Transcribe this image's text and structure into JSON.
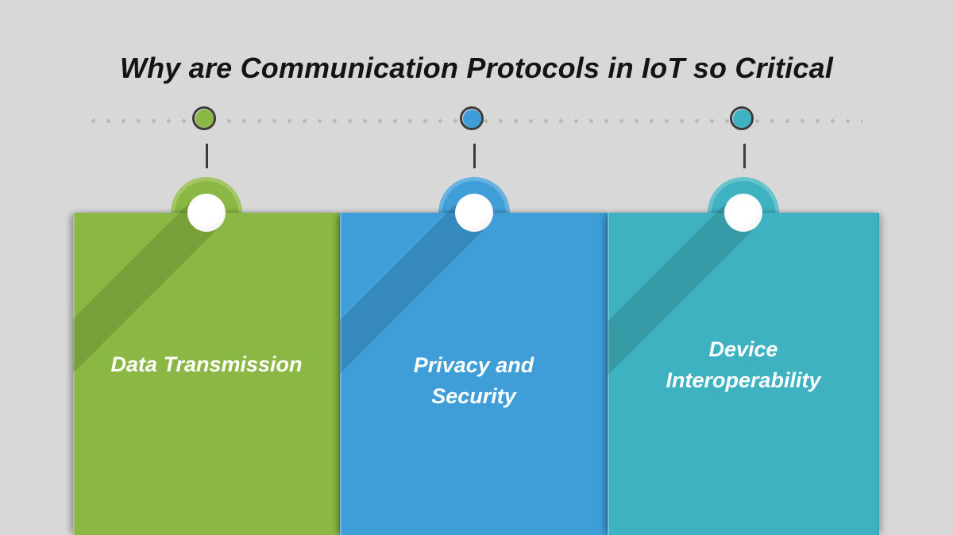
{
  "title": "Why are Communication Protocols in IoT so Critical",
  "theme": {
    "background": "#d8d8d8",
    "title_color": "#141414",
    "connector_color": "#3b3b3b",
    "dot_color": "#b9b9b9",
    "label_color": "#ffffff",
    "pin_color": "#ffffff"
  },
  "items": [
    {
      "label": "Data Transmission",
      "color": "#8bb744",
      "highlight": "#a3c765"
    },
    {
      "label": "Privacy and Security",
      "color": "#3f9ed8",
      "highlight": "#66b2e0"
    },
    {
      "label": "Device Interoperability",
      "color": "#3eb2c0",
      "highlight": "#67c3cd"
    }
  ]
}
